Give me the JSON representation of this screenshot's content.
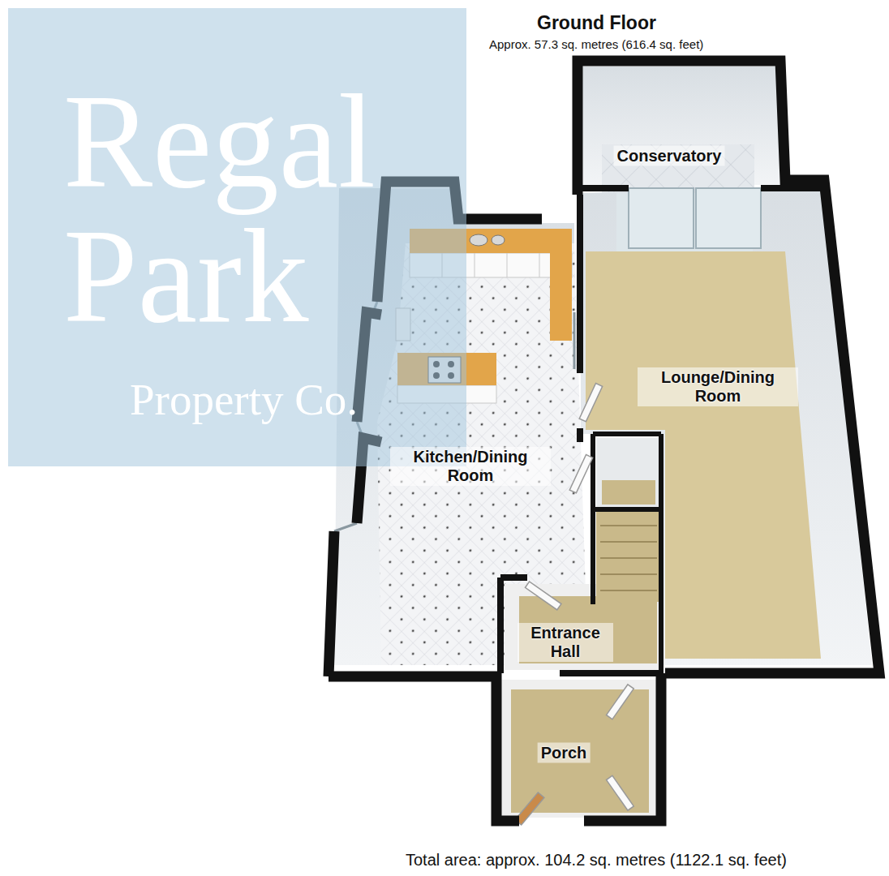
{
  "diagram": {
    "title": "Ground Floor",
    "caption": "Total area: approx. 104.2 sq. metres (1122.1 sq. feet)",
    "nodes": [
      {
        "text": [
          "Conservatory"
        ]
      },
      {
        "text": [
          "Kitchen/Dining Room"
        ]
      },
      {
        "text": [
          "Lounge/Dining Room"
        ]
      },
      {
        "text": [
          "Entrance Hall"
        ]
      },
      {
        "text": [
          "Porch"
        ]
      }
    ],
    "labels": [
      "Approx. 57.3 sq. metres (616.4 sq. feet)",
      "Regal",
      "Park",
      "Property Co."
    ]
  }
}
